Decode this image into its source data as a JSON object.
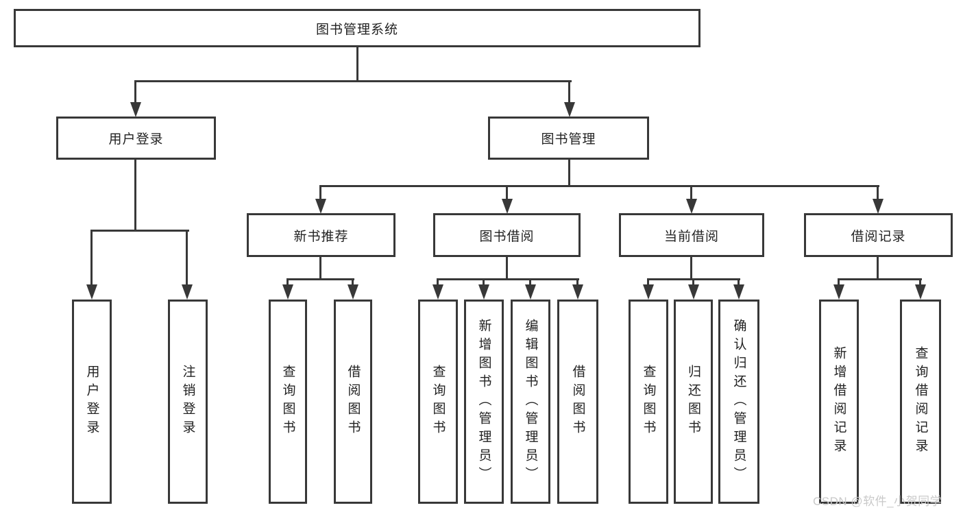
{
  "tree": {
    "root": "图书管理系统",
    "l2": [
      {
        "label": "用户登录",
        "leaves": [
          "用户登录",
          "注销登录"
        ]
      },
      {
        "label": "图书管理",
        "sections": [
          {
            "label": "新书推荐",
            "leaves": [
              "查询图书",
              "借阅图书"
            ]
          },
          {
            "label": "图书借阅",
            "leaves": [
              "查询图书",
              "新增图书（管理员）",
              "编辑图书（管理员）",
              "借阅图书"
            ]
          },
          {
            "label": "当前借阅",
            "leaves": [
              "查询图书",
              "归还图书",
              "确认归还（管理员）"
            ]
          },
          {
            "label": "借阅记录",
            "leaves": [
              "新增借阅记录",
              "查询借阅记录"
            ]
          }
        ]
      }
    ]
  },
  "watermark": "CSDN @软件_小贺同学",
  "colors": {
    "line": "#383838",
    "text": "#222222",
    "watermark": "#c9c9c9",
    "background": "#ffffff"
  }
}
